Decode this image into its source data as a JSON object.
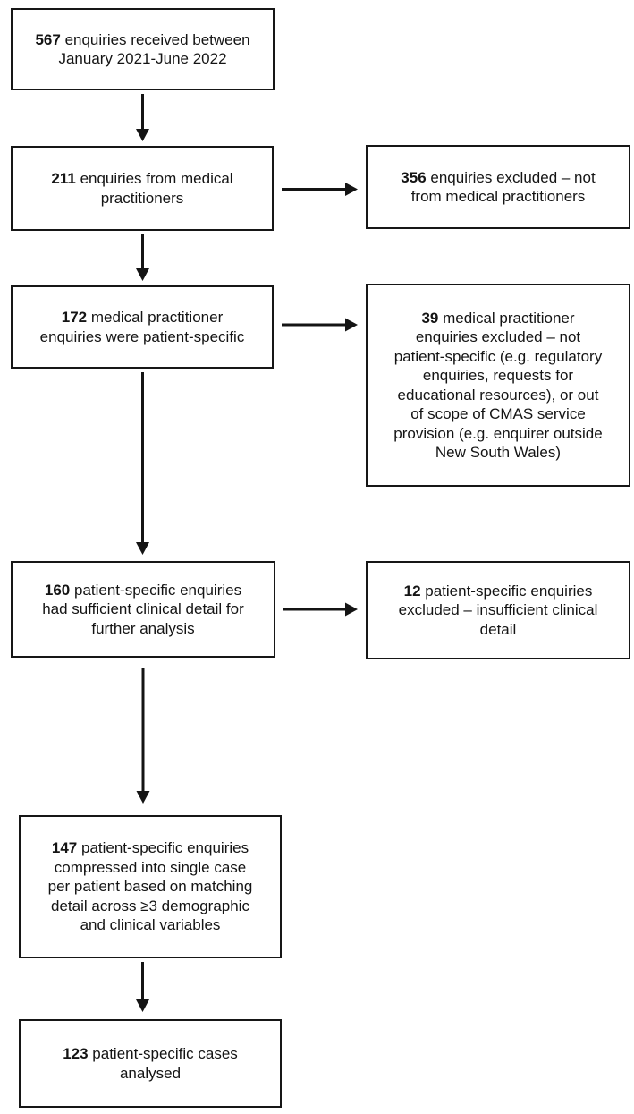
{
  "figure": {
    "type": "flow-diagram",
    "colors": {
      "box_border": "#161616",
      "box_fill": "#ffffff",
      "text_color": "#141414",
      "arrow_color": "#141414"
    },
    "boxes": {
      "received": {
        "number": "567",
        "text": " enquiries received between\nJanuary 2021-June 2022"
      },
      "medical": {
        "number": "211",
        "text": " enquiries from medical\npractitioners"
      },
      "excluded_not_medical": {
        "number": "356",
        "text": " enquiries excluded – not\nfrom medical practitioners"
      },
      "patient_specific": {
        "number": "172",
        "text": " medical practitioner\nenquiries were patient-specific"
      },
      "excluded_not_patient_specific": {
        "number": "39",
        "text": " medical practitioner\nenquiries excluded – not\npatient-specific (e.g. regulatory\nenquiries, requests for\neducational resources), or out\nof scope of CMAS service\nprovision (e.g. enquirer outside\nNew South Wales)"
      },
      "sufficient_detail": {
        "number": "160",
        "text": " patient-specific enquiries\nhad sufficient clinical detail for\nfurther analysis"
      },
      "excluded_insufficient_detail": {
        "number": "12",
        "text": " patient-specific enquiries\nexcluded – insufficient clinical\ndetail"
      },
      "compressed": {
        "number": "147",
        "text": " patient-specific enquiries\ncompressed into single case\nper patient based on matching\ndetail across ≥3 demographic\nand clinical variables"
      },
      "analysed": {
        "number": "123",
        "text": " patient-specific cases\nanalysed"
      }
    }
  }
}
